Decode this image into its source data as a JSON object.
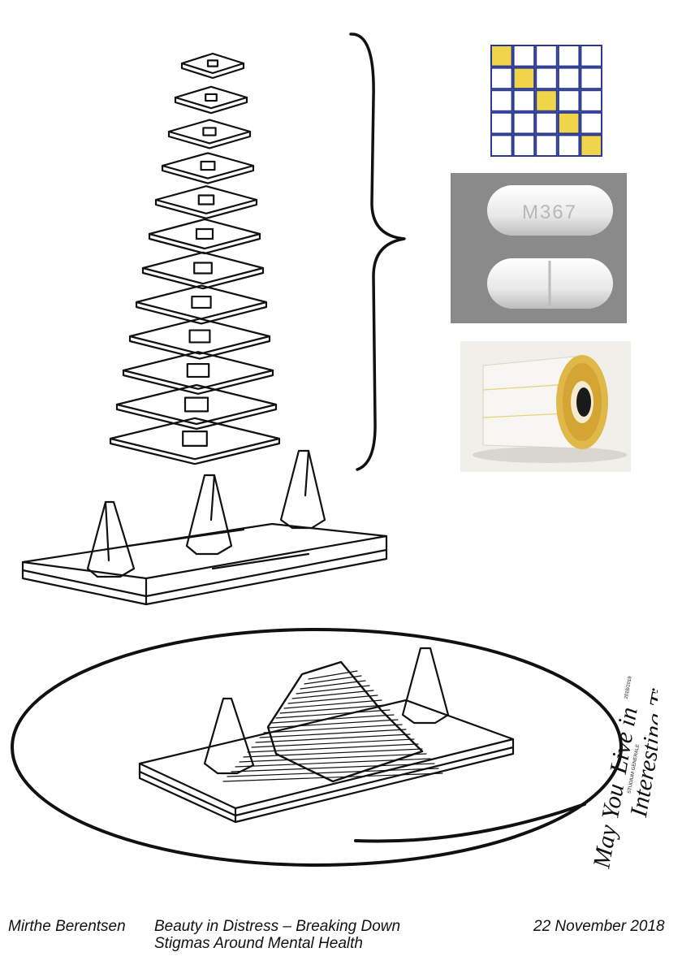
{
  "pill": {
    "imprint": "M367"
  },
  "vertical_title": {
    "line1_a": "May You",
    "line1_b": "Live in",
    "line2": "Interesting Times",
    "small_years": "2018/2019",
    "small_org": "STUDIUM GENERALE"
  },
  "footer": {
    "author": "Mirthe Berentsen",
    "talk_line1": "Beauty in Distress – Breaking Down",
    "talk_line2": "Stigmas Around Mental Health",
    "date": "22 November 2018"
  },
  "colors": {
    "grid_line": "#2b3a8f",
    "grid_fill": "#f0d54a",
    "pill_bg": "#8a8a8a",
    "ink": "#111111"
  },
  "grid": {
    "rows": 5,
    "cols": 5,
    "highlighted_diagonal": [
      0,
      1,
      2,
      3,
      4
    ]
  }
}
